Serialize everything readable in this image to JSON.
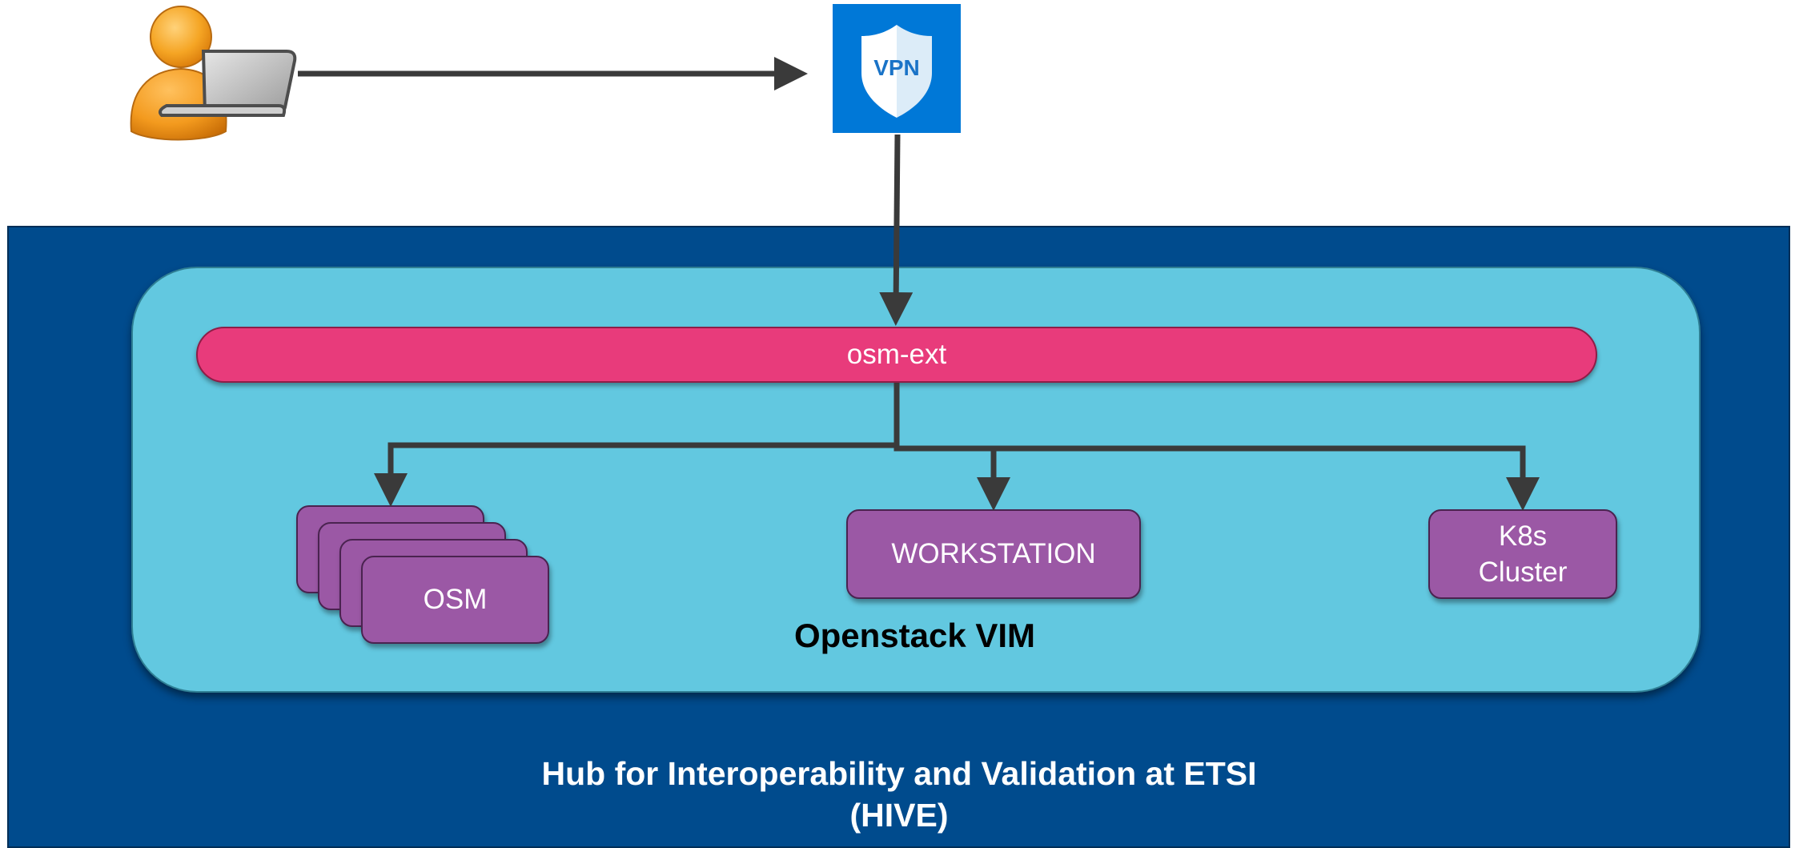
{
  "vpn": {
    "label": "VPN",
    "icon": "vpn-shield-icon"
  },
  "user": {
    "icon": "user-laptop-icon"
  },
  "network": {
    "label": "osm-ext"
  },
  "nodes": {
    "osm": "OSM",
    "workstation": "WORKSTATION",
    "k8s": "K8s\nCluster"
  },
  "vim": {
    "label": "Openstack VIM"
  },
  "hive": {
    "label_line1": "Hub for Interoperability and Validation at ETSI",
    "label_line2": "(HIVE)"
  },
  "colors": {
    "hive_background": "#004b8d",
    "vim_background": "#62c8e0",
    "network_bar": "#e83b7b",
    "vm_box": "#9b58a5",
    "vpn_box": "#0078d7",
    "connector": "#3a3a3a"
  }
}
